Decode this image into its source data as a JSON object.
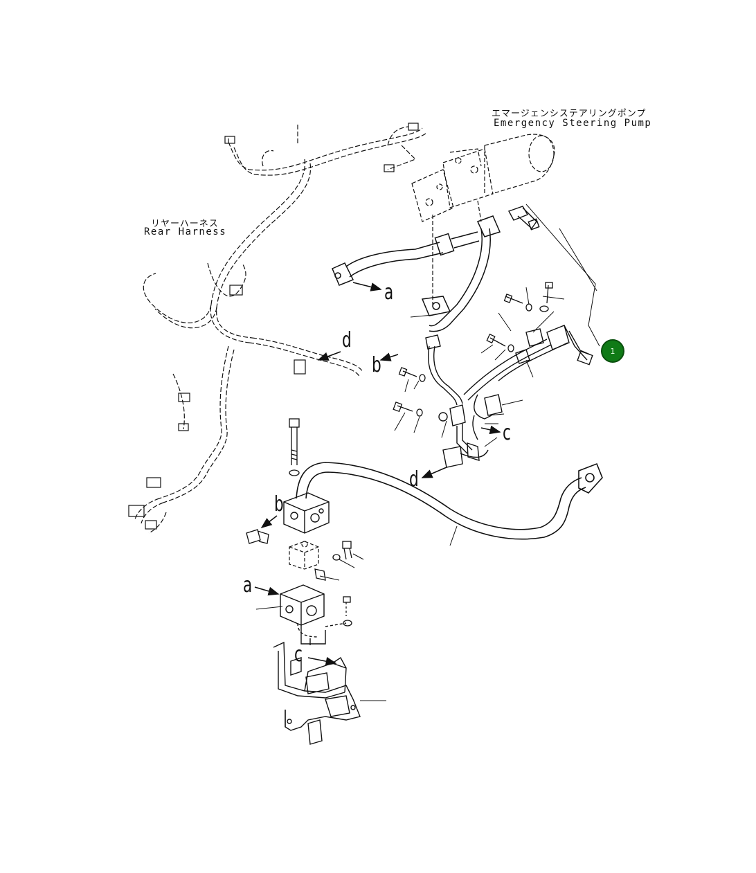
{
  "labels": {
    "pump_jp": "エマージェンシステアリングポンプ",
    "pump_en": "Emergency Steering Pump",
    "harness_jp": "リヤーハーネス",
    "harness_en": "Rear Harness"
  },
  "letters": {
    "a": "a",
    "b": "b",
    "c": "c",
    "d": "d"
  },
  "callout": {
    "number": "1",
    "color": "#0f7a16"
  },
  "colors": {
    "line": "#111111",
    "background": "#ffffff"
  }
}
